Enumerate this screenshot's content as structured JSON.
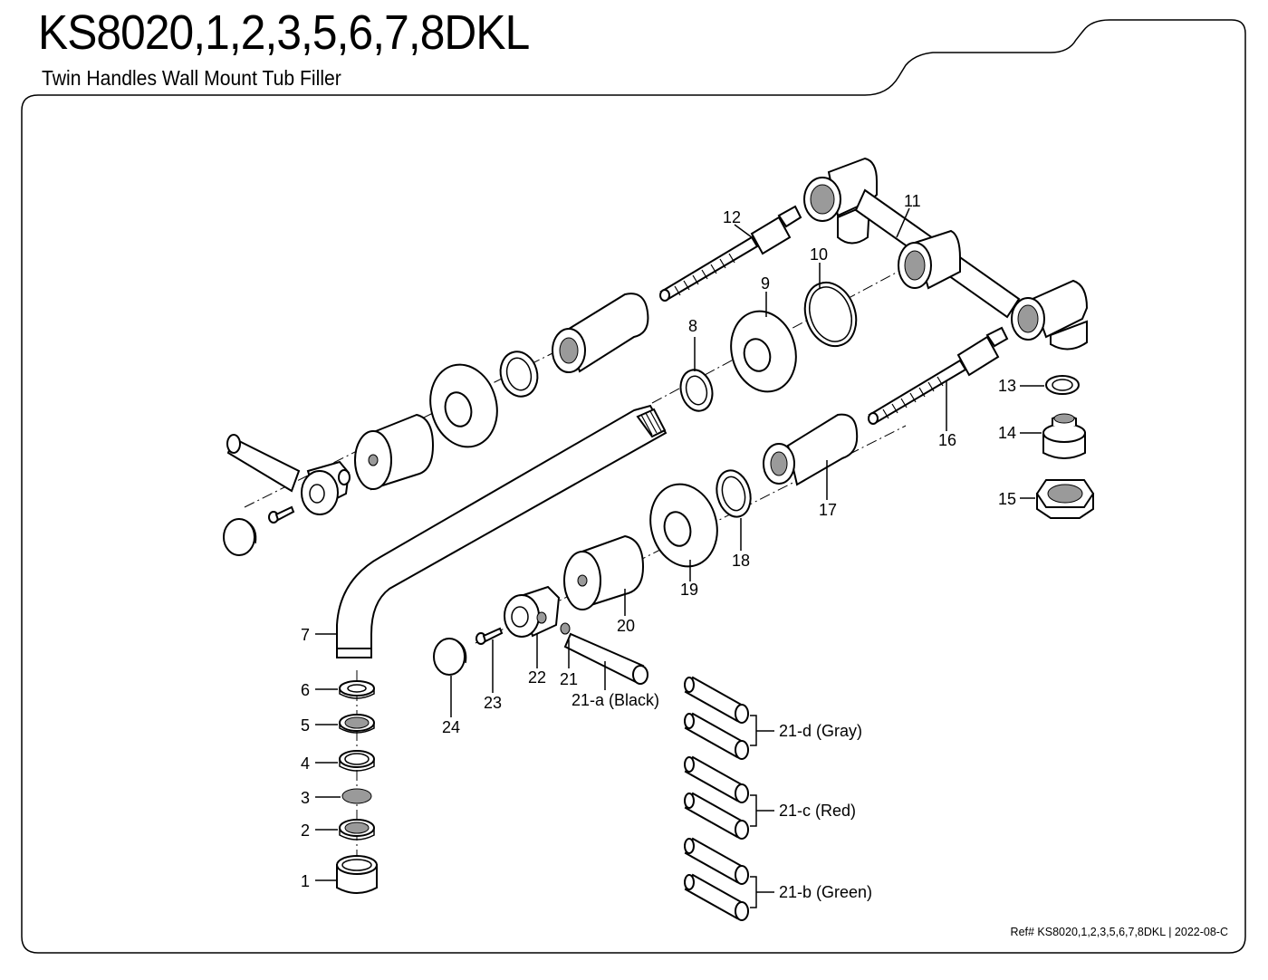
{
  "header": {
    "title": "KS8020,1,2,3,5,6,7,8DKL",
    "subtitle": "Twin Handles Wall Mount Tub Filler"
  },
  "footer": {
    "ref": "Ref# KS8020,1,2,3,5,6,7,8DKL | 2022-08-C"
  },
  "callouts": {
    "c1": "1",
    "c2": "2",
    "c3": "3",
    "c4": "4",
    "c5": "5",
    "c6": "6",
    "c7": "7",
    "c8": "8",
    "c9": "9",
    "c10": "10",
    "c11": "11",
    "c12": "12",
    "c13": "13",
    "c14": "14",
    "c15": "15",
    "c16": "16",
    "c17": "17",
    "c18": "18",
    "c19": "19",
    "c20": "20",
    "c21": "21",
    "c21a": "21-a (Black)",
    "c21b": "21-b (Green)",
    "c21c": "21-c (Red)",
    "c21d": "21-d (Gray)",
    "c22": "22",
    "c23": "23",
    "c24": "24"
  }
}
